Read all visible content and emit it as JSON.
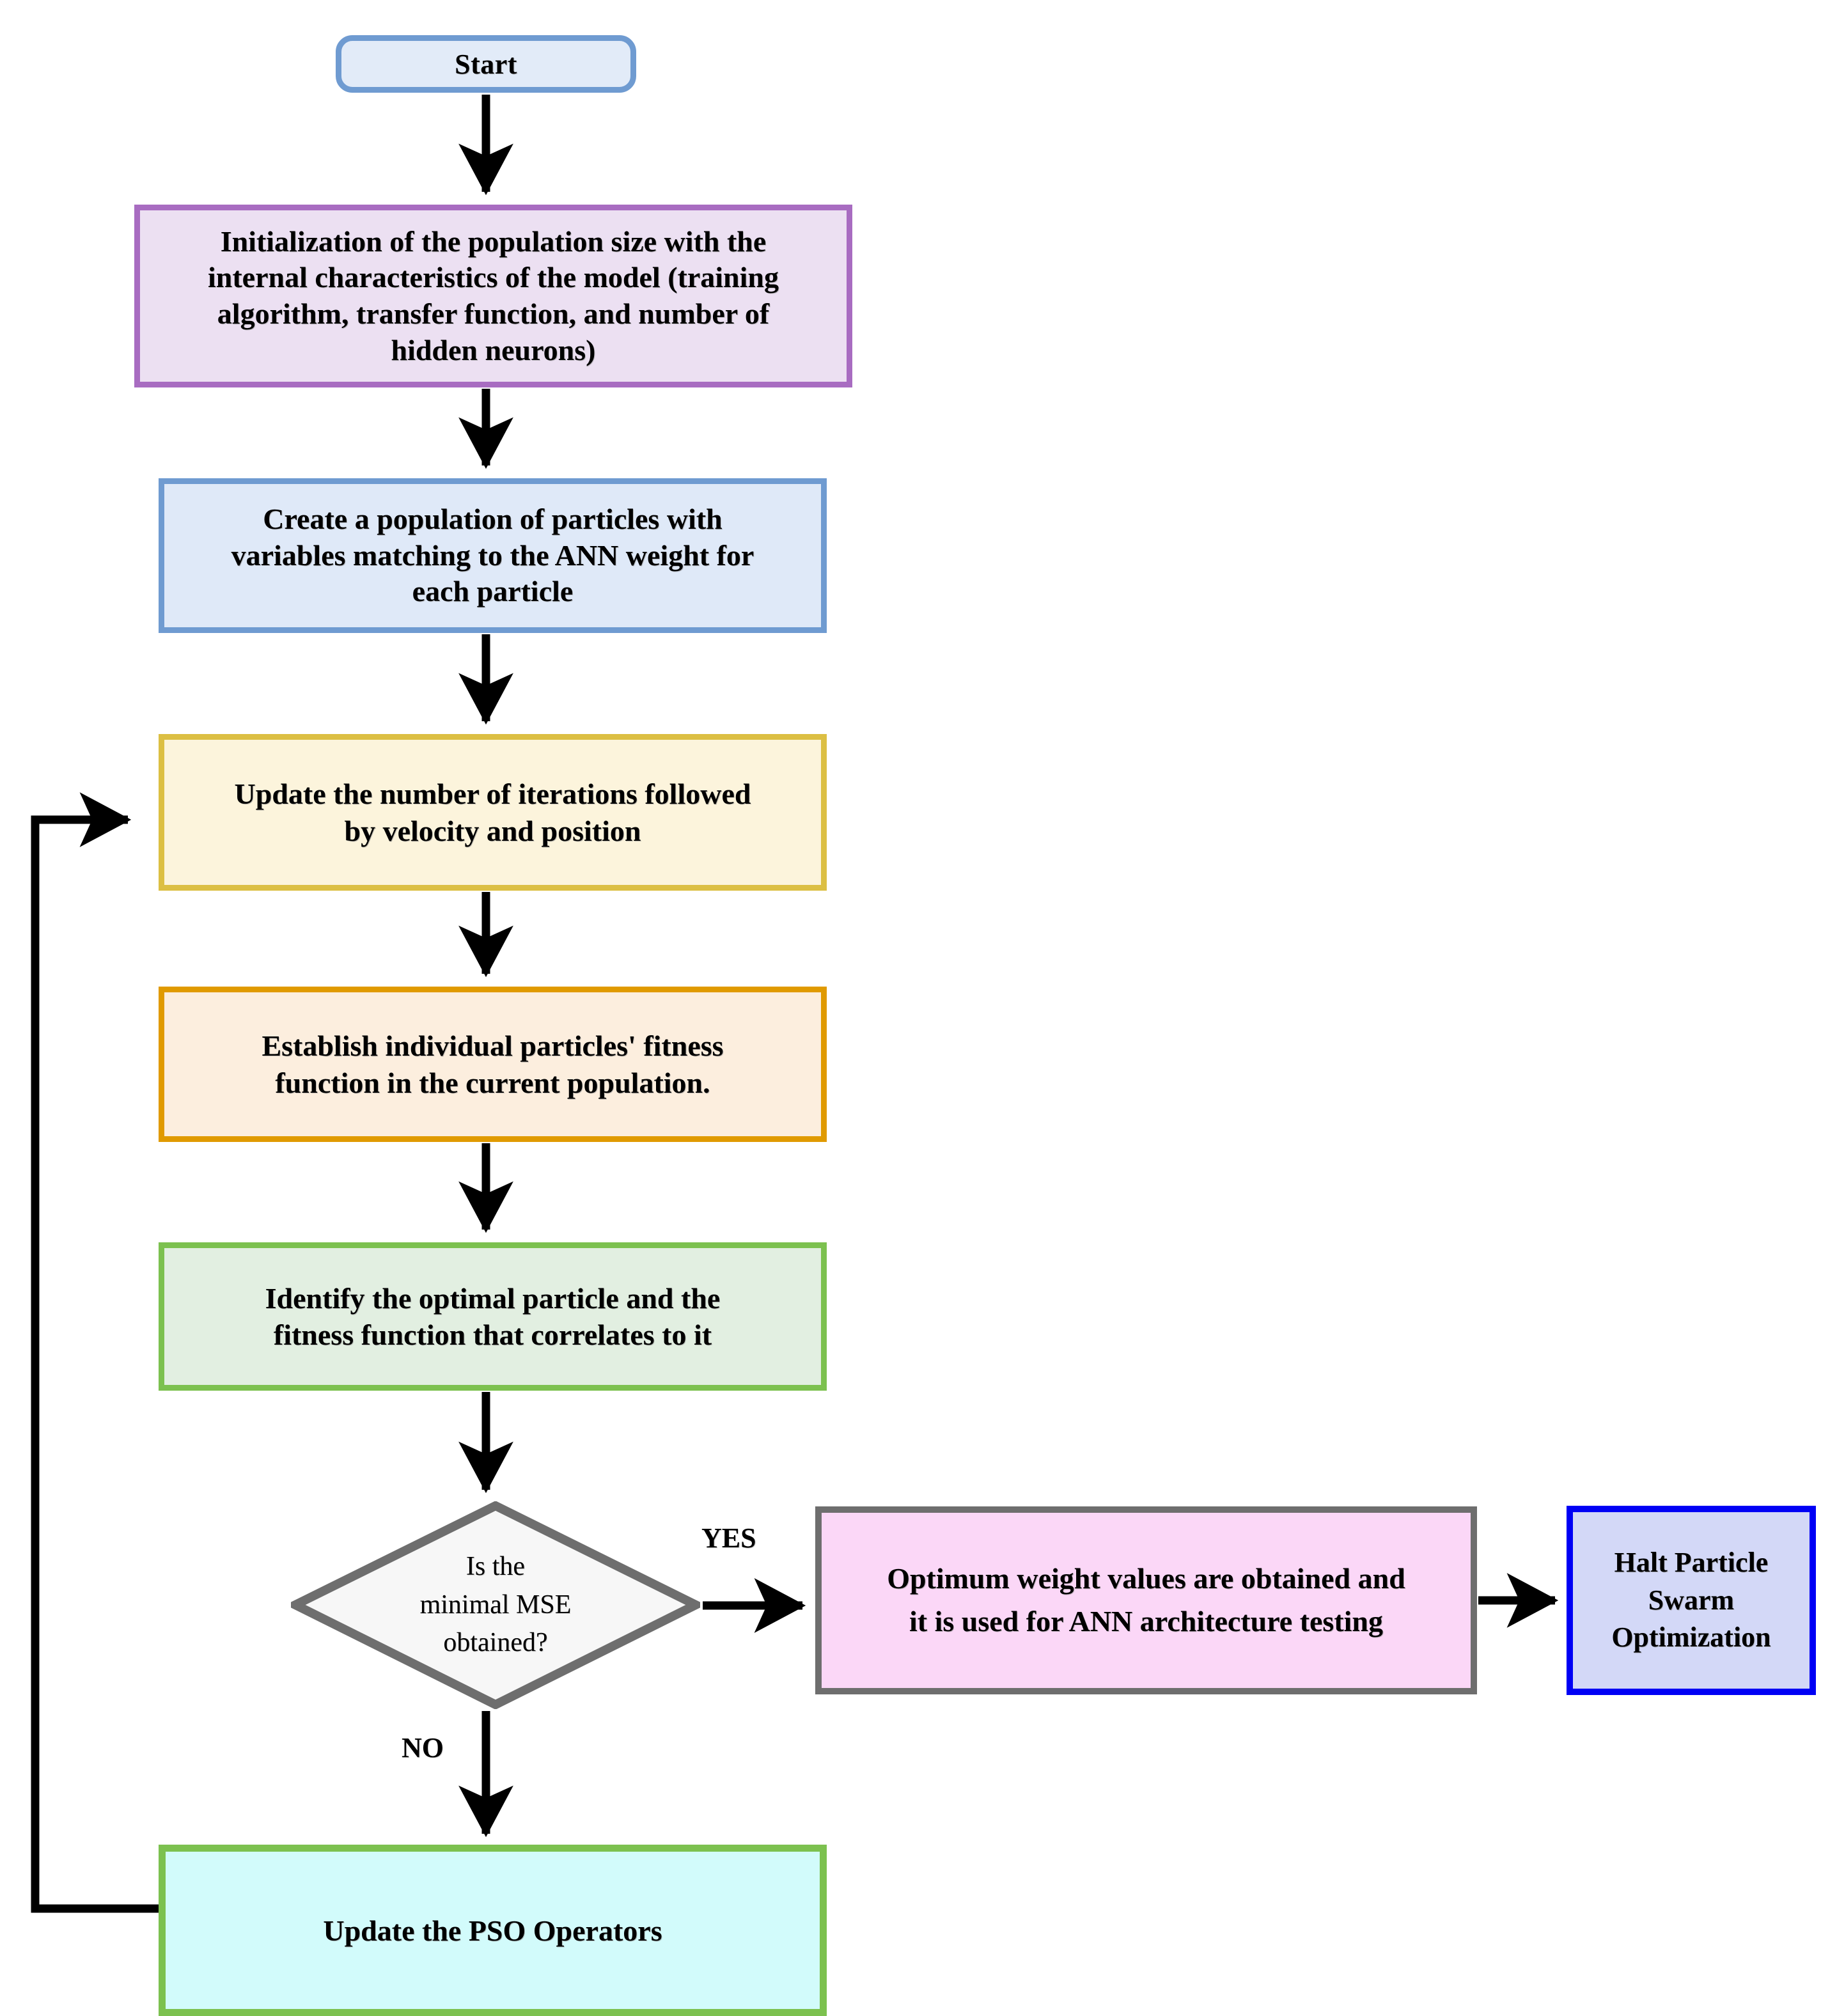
{
  "diagram": {
    "title": "PSO-ANN hybrid optimization flowchart",
    "background": "#ffffff",
    "arrow_color": "#000000"
  },
  "nodes": {
    "start": {
      "label": "Start",
      "shape": "rounded-rectangle",
      "border_color": "#6f9bd1",
      "fill_color": "#e2ebf8"
    },
    "initialization": {
      "label": "Initialization of the population size with the\ninternal characteristics of the model (training\nalgorithm, transfer function, and number of\nhidden neurons)",
      "shape": "rectangle",
      "border_color": "#a86cc1",
      "fill_color": "#ece0f2"
    },
    "create_population": {
      "label": "Create a population of particles with\nvariables matching to the ANN weight for\neach particle",
      "shape": "rectangle",
      "border_color": "#6f9bd1",
      "fill_color": "#dfe9f8"
    },
    "update_iterations": {
      "label": "Update the number of iterations followed\nby velocity and position",
      "shape": "rectangle",
      "border_color": "#dcbf43",
      "fill_color": "#fcf4dc"
    },
    "establish_fitness": {
      "label": "Establish individual particles' fitness\nfunction in the current population.",
      "shape": "rectangle",
      "border_color": "#e09a00",
      "fill_color": "#fceede"
    },
    "identify_optimal": {
      "label": "Identify the optimal particle and the\nfitness function that correlates to it",
      "shape": "rectangle",
      "border_color": "#7cc14f",
      "fill_color": "#e2efe1"
    },
    "decision": {
      "label": "Is the\nminimal MSE\nobtained?",
      "shape": "diamond",
      "border_color": "#6e6e6e",
      "fill_color": "#f7f7f7"
    },
    "optimum_weight": {
      "label": "Optimum weight values are obtained and\nit is used for ANN architecture testing",
      "shape": "rectangle",
      "border_color": "#6e6e6e",
      "fill_color": "#fbd7f7"
    },
    "halt_pso": {
      "label": "Halt Particle\nSwarm\nOptimization",
      "shape": "rectangle",
      "border_color": "#0000f5",
      "fill_color": "#d3d8f7"
    },
    "update_pso_operators": {
      "label": "Update the PSO Operators",
      "shape": "rectangle",
      "border_color": "#7cc14f",
      "fill_color": "#d2fbfb"
    }
  },
  "edges": {
    "yes_label": "YES",
    "no_label": "NO"
  }
}
